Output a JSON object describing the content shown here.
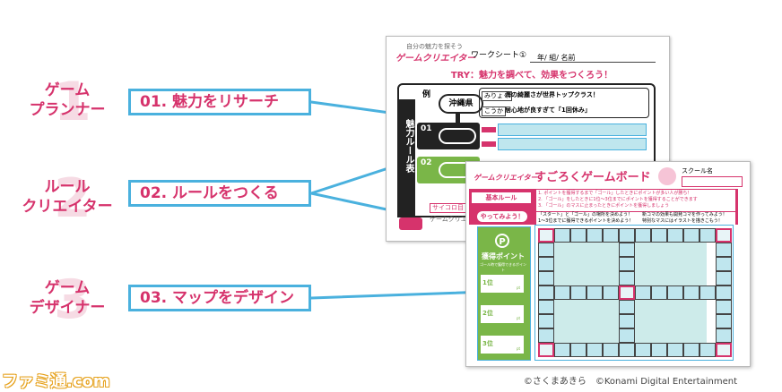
{
  "roles": [
    {
      "number": "1",
      "line1": "ゲーム",
      "line2": "プランナー"
    },
    {
      "number": "2",
      "line1": "ルール",
      "line2": "クリエイター"
    },
    {
      "number": "3",
      "line1": "ゲーム",
      "line2": "デザイナー"
    }
  ],
  "steps": [
    {
      "label": "01. 魅力をリサーチ"
    },
    {
      "label": "02. ルールをつくる"
    },
    {
      "label": "03. マップをデザイン"
    }
  ],
  "worksheet": {
    "logo_sub": "自分の魅力を探そう",
    "logo": "ゲームクリエイター",
    "title": "ワークシート①",
    "fields": "年/ 組/ 名前",
    "try": "TRY：魅力を調べて、効果をつくろう！",
    "example_label": "例",
    "example_place": "沖縄県",
    "example_tag1": "みりょく",
    "example_text1": "海の綺麗さが世界トップクラス！",
    "example_tag2": "こうか",
    "example_text2": "居心地が良すぎて「1回休み」",
    "side_label": "魅力ルール表",
    "row1": "01",
    "row2": "02",
    "bottom_text": "サイコロ目・まとめ",
    "bottom_text2": "ゲームクリエイター テーマ"
  },
  "board": {
    "logo": "ゲームクリエイター",
    "title": "すごろくゲームボード",
    "school": "スクール名",
    "rules_header": "基本ルール",
    "rule1": "1. ポイントを獲得するまで「ゴール」したときにポイントが多い人が勝ち！",
    "rule2": "2. 「ゴール」をしたときに1位〜3位までにポイントを獲得することができます",
    "rule3": "3. 「ゴール」のマスに止まったときにポイントを獲得しましょう",
    "try_label": "やってみよう！",
    "check1": "「スタート」と「ゴール」の場所を決めよう！",
    "check2": "1〜3位までに獲得できるポイントを決めよう！",
    "check3": "新コマの効果も開発コマを作ってみよう！",
    "check4": "特別なマスにはイラストを描きこもう！",
    "points_icon": "P",
    "points_title": "獲得ポイント",
    "points_sub": "ゴール時で獲得できるポイント",
    "place1": "1位",
    "place2": "2位",
    "place3": "3位",
    "pt": "pt"
  },
  "credit": "©さくまあきら　©Konami Digital Entertainment",
  "brand": "ファミ通.com",
  "colors": {
    "accent": "#d6336c",
    "line": "#4ab1de",
    "green": "#7ab648",
    "teal": "#bfe6ee"
  }
}
